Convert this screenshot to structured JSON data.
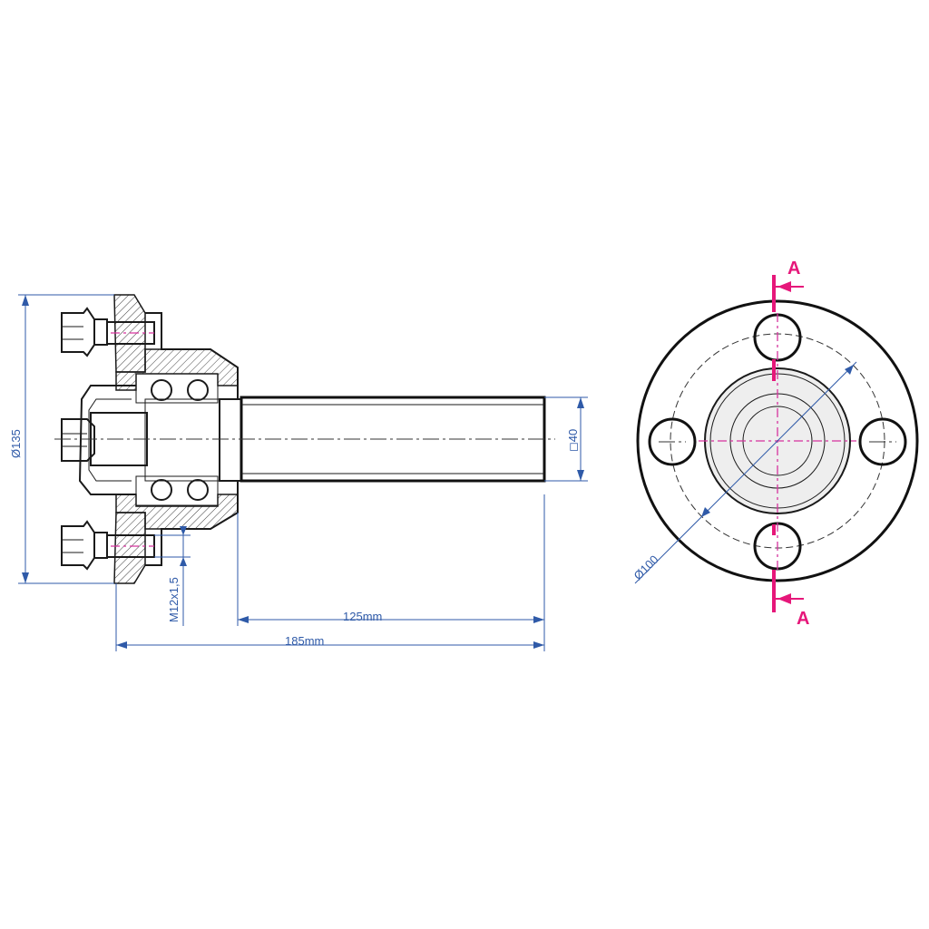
{
  "dimensions": {
    "flange_diameter": "Ø135",
    "shaft_square": "◻40",
    "stud_thread": "M12x1,5",
    "shaft_length": "125mm",
    "overall_length": "185mm",
    "bolt_circle": "Ø100"
  },
  "section_marks": {
    "top": "A",
    "bottom": "A"
  },
  "colors": {
    "outline": "#1a1a1a",
    "dimension": "#2f5aa8",
    "section": "#e6177a",
    "centerline_accent": "#d6339e"
  }
}
